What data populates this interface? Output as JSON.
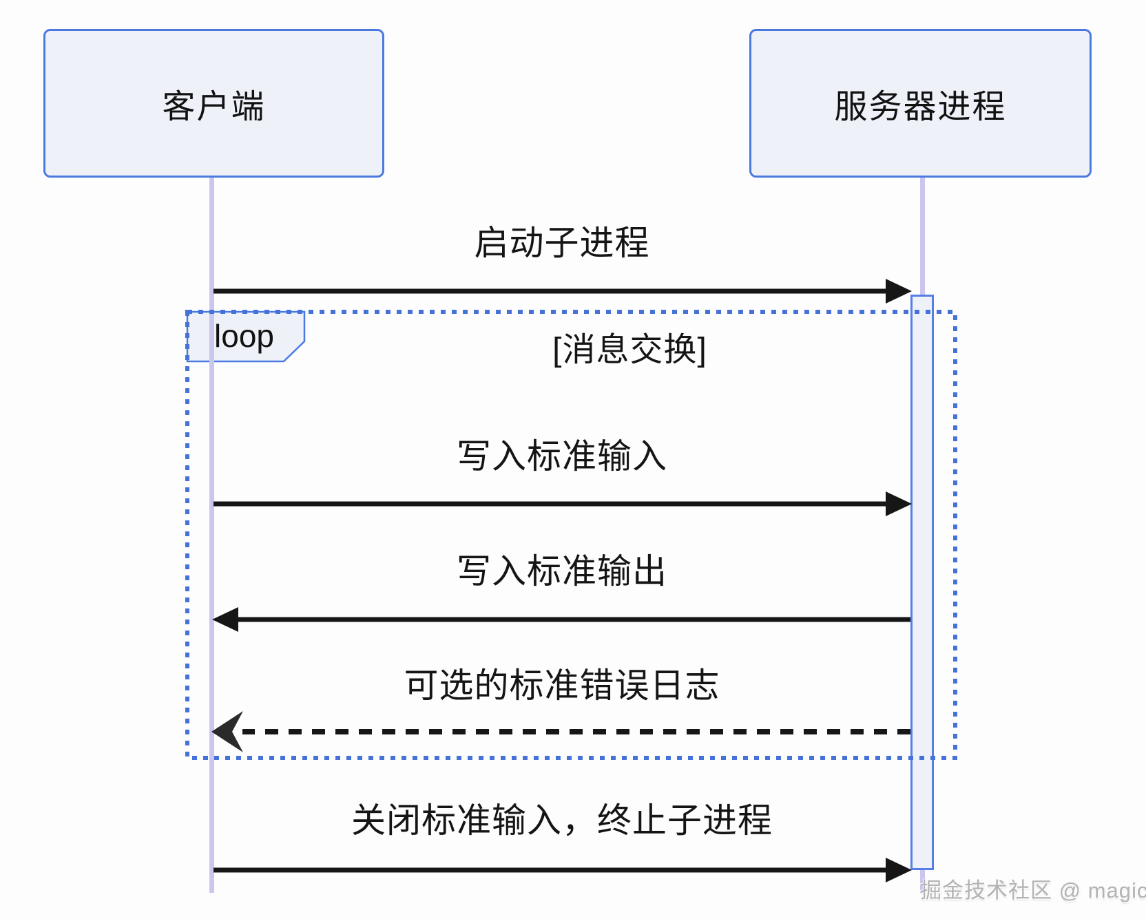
{
  "diagram": {
    "type": "sequence-diagram",
    "actors": [
      {
        "id": "client",
        "label": "客户端"
      },
      {
        "id": "server",
        "label": "服务器进程"
      }
    ],
    "loop": {
      "keyword": "loop",
      "title": "[消息交换]"
    },
    "messages": [
      {
        "text": "启动子进程",
        "from": "client",
        "to": "server",
        "line": "solid"
      },
      {
        "text": "写入标准输入",
        "from": "client",
        "to": "server",
        "line": "solid"
      },
      {
        "text": "写入标准输出",
        "from": "server",
        "to": "client",
        "line": "solid"
      },
      {
        "text": "可选的标准错误日志",
        "from": "server",
        "to": "client",
        "line": "dashed"
      },
      {
        "text": "关闭标准输入，终止子进程",
        "from": "client",
        "to": "server",
        "line": "solid"
      }
    ],
    "watermark": "掘金技术社区 @ magicwt",
    "colors": {
      "frame_blue": "#4a7ae0",
      "dotted_blue": "#4472d8",
      "lifeline_lavender": "#cac6ee",
      "panel_fill": "#eef2f8",
      "arrow_black": "#161616",
      "watermark_gray": "#b3b3b3"
    }
  }
}
